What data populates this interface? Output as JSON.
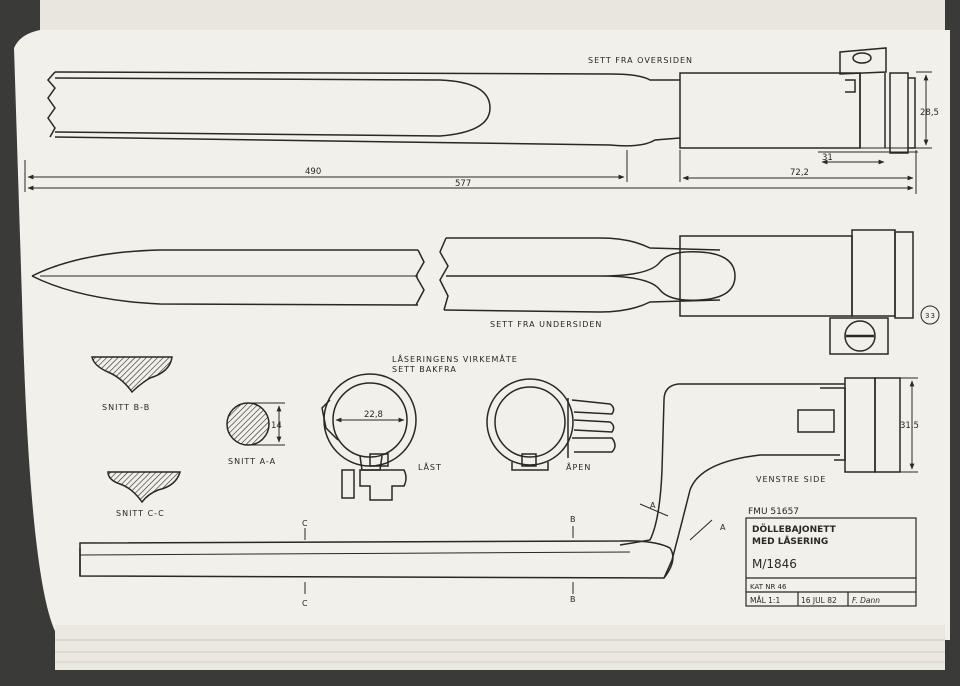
{
  "drawing": {
    "view_top_caption": "SETT FRA OVERSIDEN",
    "view_bottom_caption": "SETT FRA UNDERSIDEN",
    "view_left_caption": "VENSTRE SIDE",
    "mechanism_title_line1": "LÅSERINGENS VIRKEMÅTE",
    "mechanism_title_line2": "SETT BAKFRA",
    "locked_label": "LÅST",
    "open_label": "ÅPEN",
    "section_bb": "SNITT B-B",
    "section_aa": "SNITT A-A",
    "section_cc": "SNITT C-C",
    "marker_a": "A",
    "marker_b": "B",
    "marker_c": "C",
    "page_number": "33"
  },
  "dimensions": {
    "blade_length": "490",
    "socket_length": "72,2",
    "overall_length": "577",
    "socket_height": "28,5",
    "ring_width": "31",
    "socket_side_height": "31,5",
    "ring_inner_diameter": "22,8",
    "section_a_diameter": "14"
  },
  "title_block": {
    "reference": "FMU 51657",
    "title_line1": "DÖLLEBAJONETT",
    "title_line2": "MED LÅSERING",
    "model": "M/1846",
    "catalog": "KAT NR 46",
    "scale": "MÅL 1:1",
    "date": "16 JUL 82",
    "drawn_by": "F. Dann"
  },
  "colors": {
    "paper": "#f2f0ea",
    "ink": "#2a2724",
    "background": "#3a3a38"
  }
}
